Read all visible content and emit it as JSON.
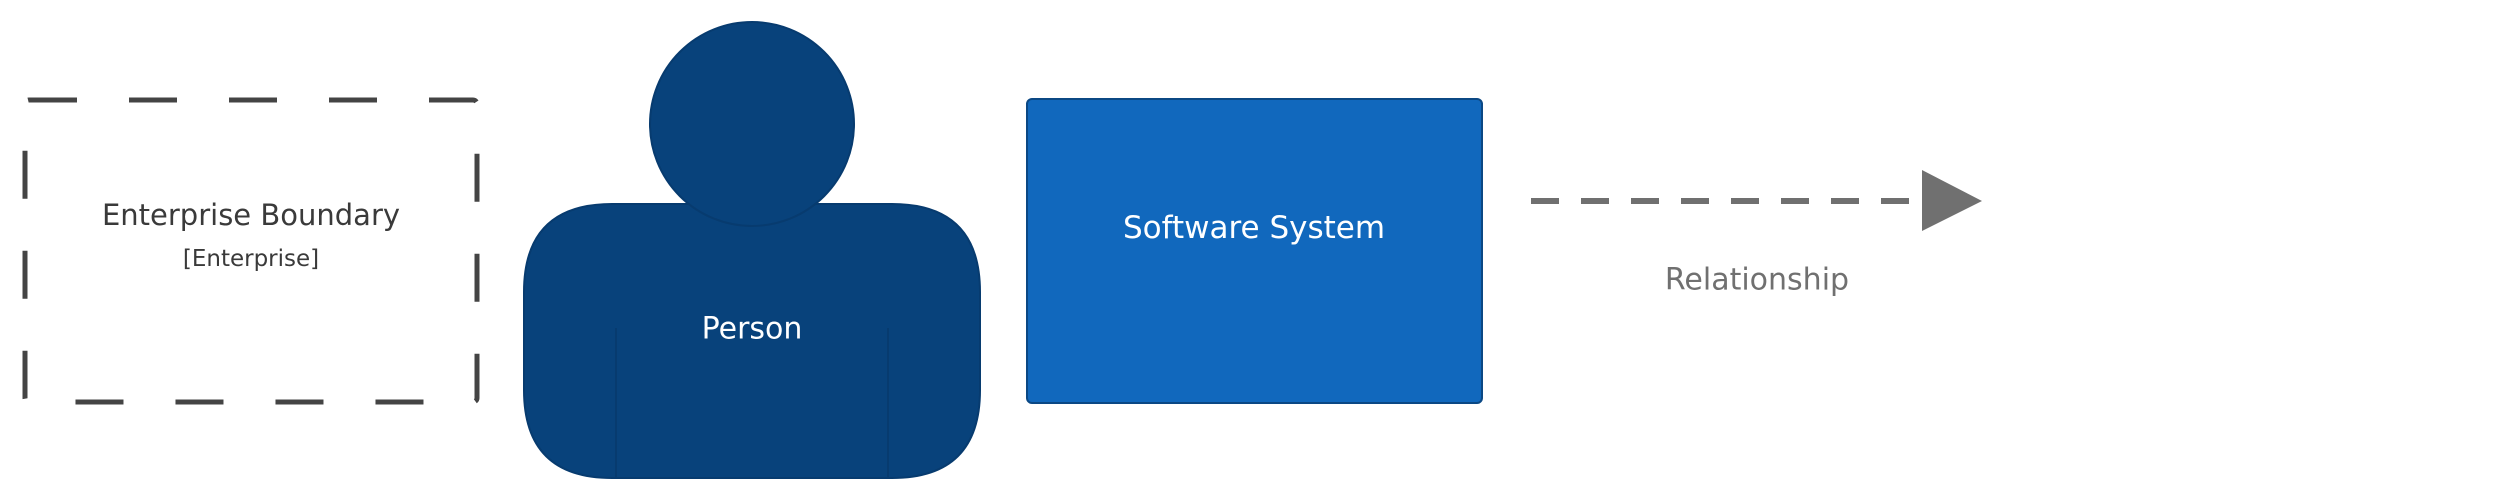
{
  "legend": {
    "boundary": {
      "name": "Enterprise Boundary",
      "type": "[Enterprise]"
    },
    "person": {
      "name": "Person"
    },
    "software_system": {
      "name": "Software System"
    },
    "relationship": {
      "label": "Relationship"
    }
  },
  "colors": {
    "boundary_stroke": "#444444",
    "person_fill": "#08427b",
    "person_stroke": "#073b6f",
    "system_fill": "#1168bd",
    "system_stroke": "#0b4884",
    "relationship": "#707070",
    "boundary_text": "#3a3a3a",
    "element_text": "#ffffff"
  }
}
